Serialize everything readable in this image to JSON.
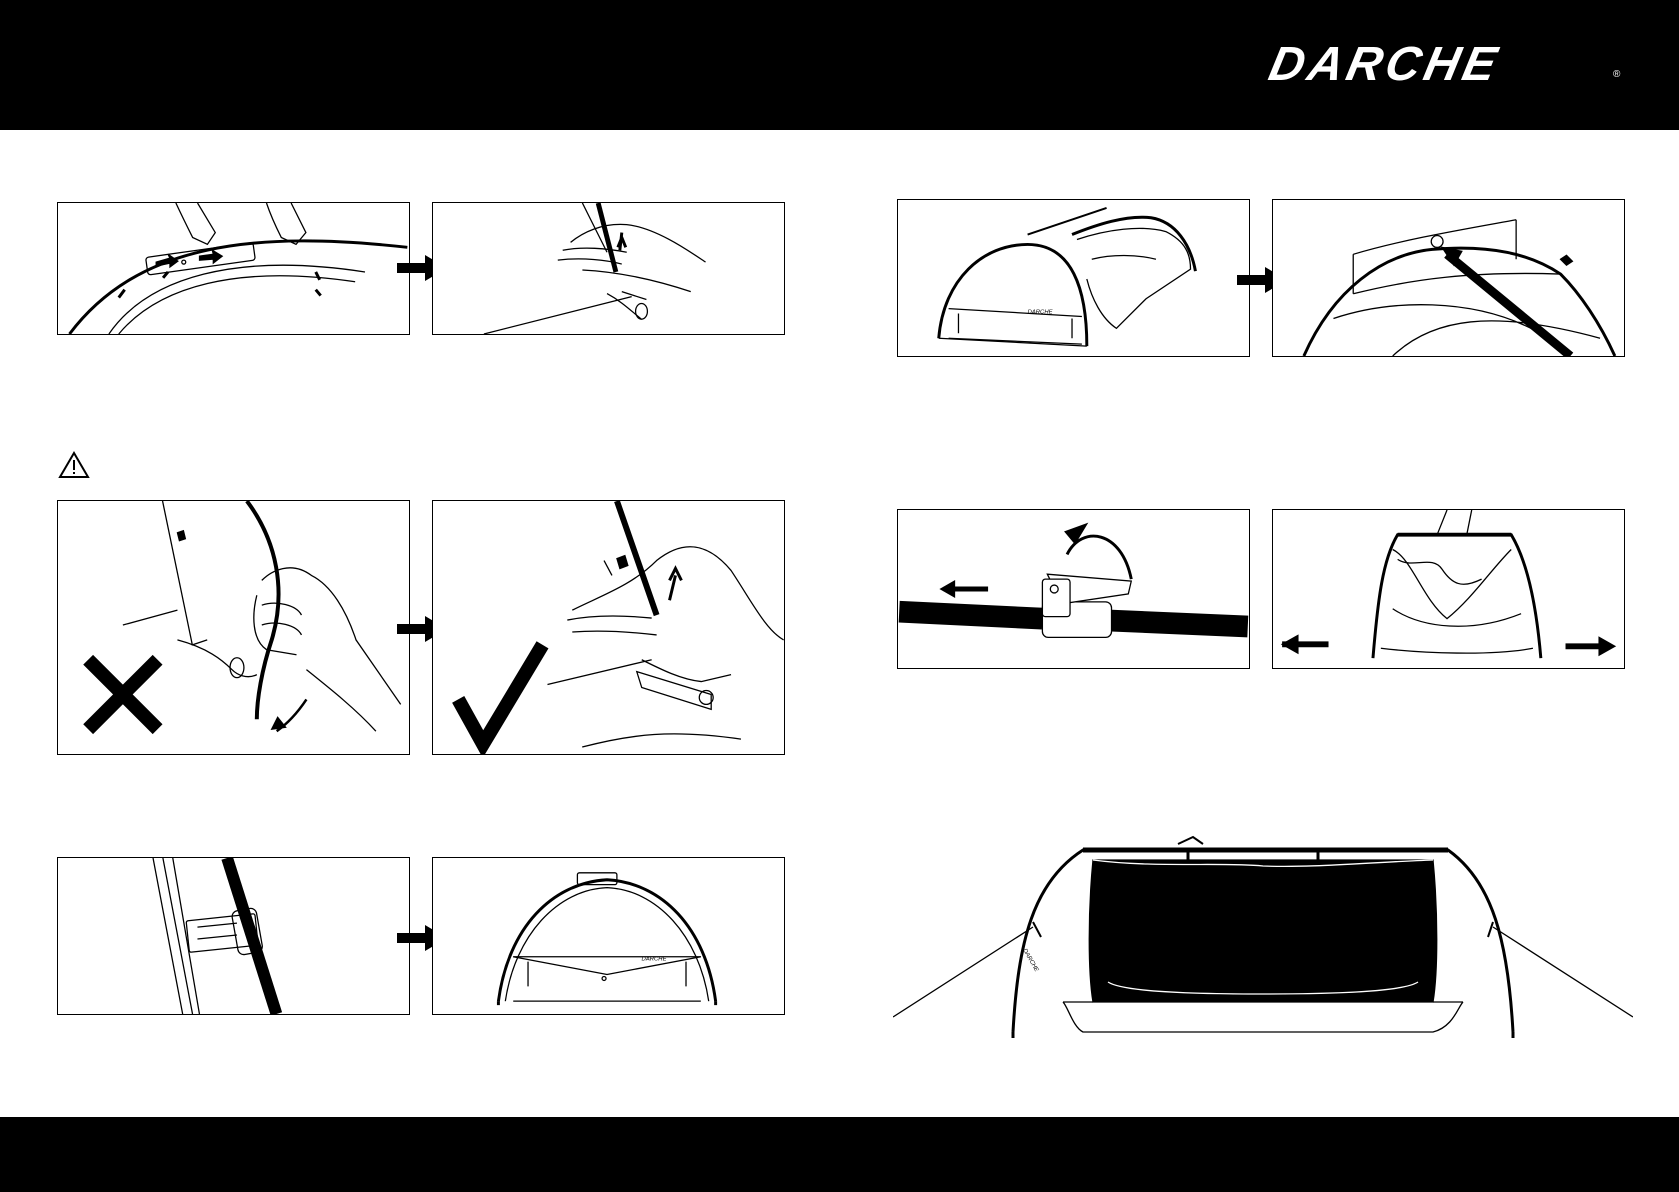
{
  "header": {
    "brand": "DARCHE",
    "registered_mark": "®",
    "logo_icon": "darche-wordmark-icon"
  },
  "icons": {
    "warning": "warning-triangle-icon",
    "arrow": "right-arrow-icon",
    "cross": "cross-mark-icon",
    "check": "check-mark-icon"
  },
  "panels": {
    "s1a": {
      "label": ""
    },
    "s2a": {
      "label": ""
    },
    "s2b": {
      "label": ""
    },
    "s5a": {
      "brand_on_tent": "DARCHE"
    },
    "s3b": {
      "brand_on_tent": "DARCHE"
    },
    "s3a": {
      "brand_on_tent": "DARCHE"
    }
  },
  "colors": {
    "band": "#000000",
    "background": "#ffffff",
    "line": "#000000"
  }
}
